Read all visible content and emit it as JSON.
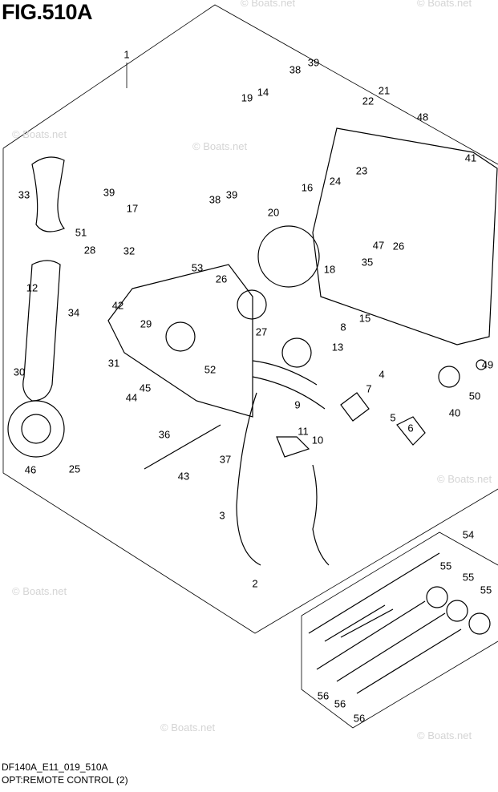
{
  "figure": {
    "title": "FIG.510A",
    "code": "DF140A_E11_019_510A",
    "caption": "OPT:REMOTE CONTROL (2)"
  },
  "watermark": "© Boats.net",
  "part_labels": [
    "1",
    "38",
    "39",
    "19",
    "14",
    "22",
    "21",
    "48",
    "41",
    "33",
    "39",
    "17",
    "38",
    "39",
    "16",
    "20",
    "24",
    "23",
    "51",
    "28",
    "32",
    "47",
    "26",
    "35",
    "12",
    "53",
    "26",
    "18",
    "34",
    "42",
    "29",
    "8",
    "15",
    "27",
    "13",
    "31",
    "52",
    "30",
    "45",
    "44",
    "4",
    "7",
    "50",
    "40",
    "49",
    "9",
    "5",
    "6",
    "11",
    "10",
    "36",
    "46",
    "25",
    "43",
    "37",
    "3",
    "54",
    "2",
    "55",
    "55",
    "55",
    "56",
    "56",
    "56"
  ],
  "colors": {
    "line": "#000000",
    "watermark": "#d4d4d4"
  }
}
